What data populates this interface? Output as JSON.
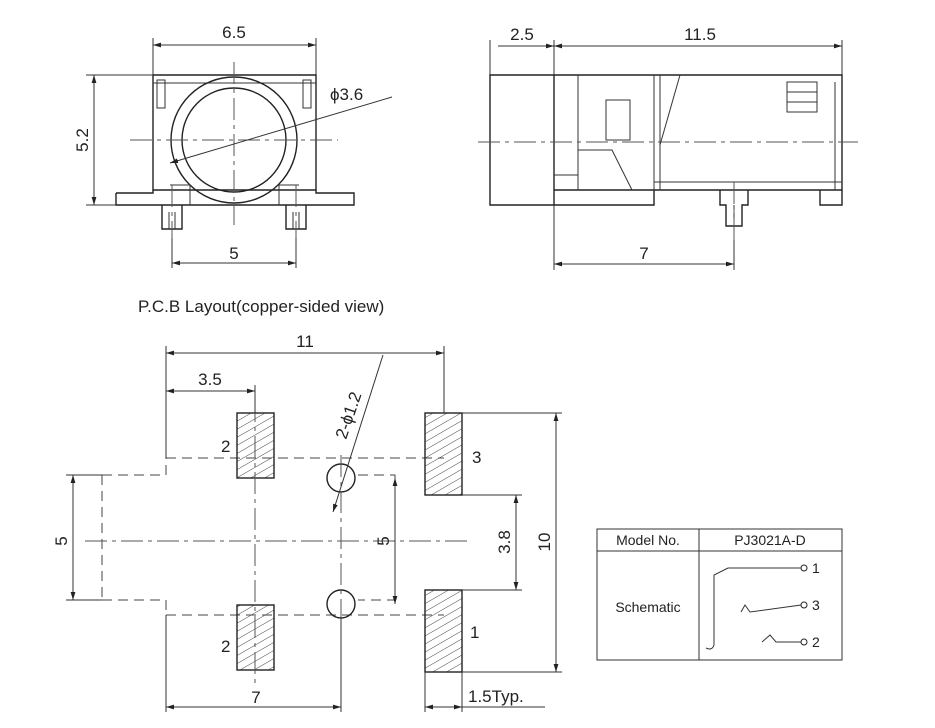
{
  "front_view": {
    "width_label": "6.5",
    "height_label": "5.2",
    "diameter_label": "ϕ3.6",
    "pin_spacing_label": "5"
  },
  "side_view": {
    "front_length_label": "2.5",
    "body_length_label": "11.5",
    "pin_offset_label": "7"
  },
  "pcb_layout": {
    "title": "P.C.B Layout(copper-sided view)",
    "overall_width_label": "11",
    "pad_offset_label": "3.5",
    "hole_label": "2-ϕ1.2",
    "body_height_label": "5",
    "hole_spacing_label": "5",
    "pad_gap_label": "3.8",
    "overall_height_label": "10",
    "lower_width_label": "7",
    "pad_width_label": "1.5Typ.",
    "pad_numbers": {
      "top_left": "2",
      "bottom_left": "2",
      "top_right": "3",
      "bottom_right": "1"
    }
  },
  "spec_table": {
    "model_header": "Model No.",
    "model_value": "PJ3021A-D",
    "schematic_label": "Schematic",
    "pins": [
      "1",
      "3",
      "2"
    ]
  }
}
